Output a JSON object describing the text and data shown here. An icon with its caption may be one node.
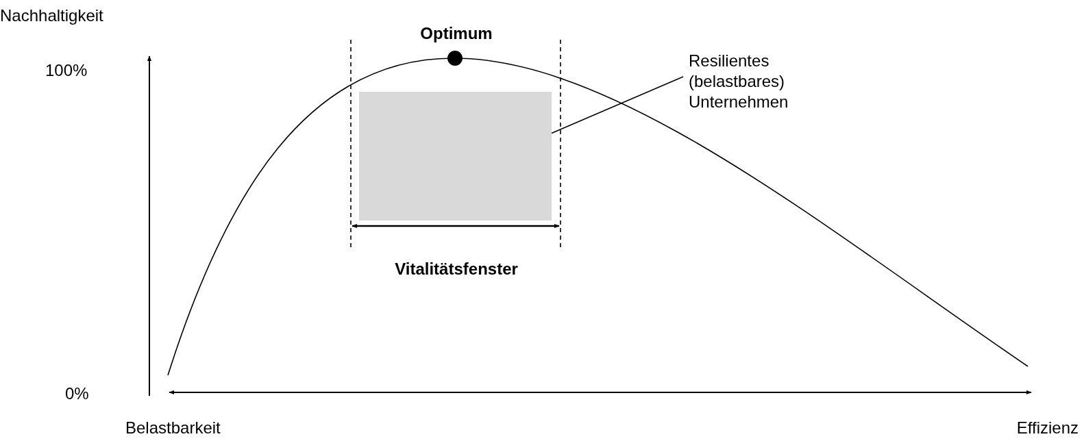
{
  "diagram": {
    "nodes": [
      {
        "text": [
          "Resilientes (belastbares) Unternehmen"
        ]
      },
      {
        "text": [],
        "shape": "box"
      }
    ],
    "edges": [
      {
        "from": 0,
        "to": 1,
        "arrow": "none"
      }
    ],
    "labels": [
      "Nachhaltigkeit",
      "Optimum",
      "100%",
      "0%",
      "Vitalitätsfenster",
      "Belastbarkeit",
      "Effizienz"
    ]
  }
}
